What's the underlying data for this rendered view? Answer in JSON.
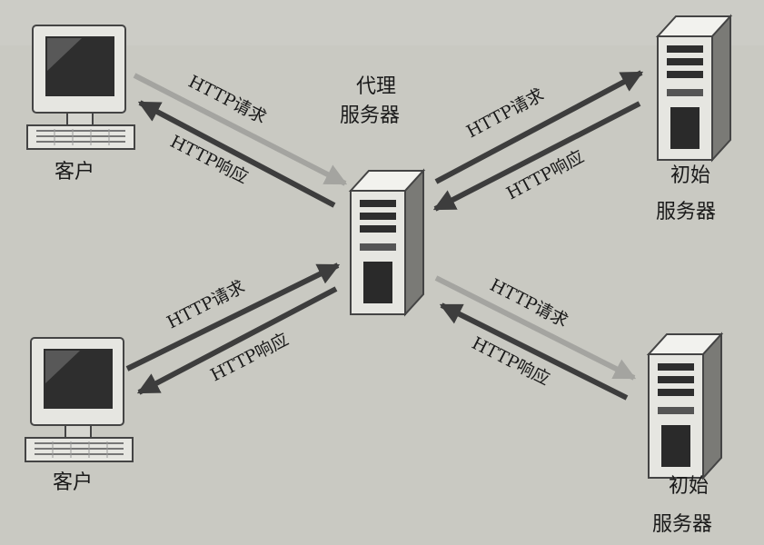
{
  "proxy": {
    "label_line1": "代理",
    "label_line2": "服务器"
  },
  "clients": [
    {
      "label": "客户"
    },
    {
      "label": "客户"
    }
  ],
  "origins": [
    {
      "label_line1": "初始",
      "label_line2": "服务器"
    },
    {
      "label_line1": "初始",
      "label_line2": "服务器"
    }
  ],
  "arrows": {
    "c1_request": "HTTP请求",
    "c1_response": "HTTP响应",
    "o1_request": "HTTP请求",
    "o1_response": "HTTP响应",
    "c2_request": "HTTP请求",
    "c2_response": "HTTP响应",
    "o2_request": "HTTP请求",
    "o2_response": "HTTP响应"
  },
  "colors": {
    "background": "#c9c9c2",
    "arrow_dark": "#3d3d3d",
    "arrow_light": "#a4a4a0",
    "device_light": "#e6e6e1",
    "device_dark": "#2a2a2a",
    "text": "#1a1a1a"
  }
}
